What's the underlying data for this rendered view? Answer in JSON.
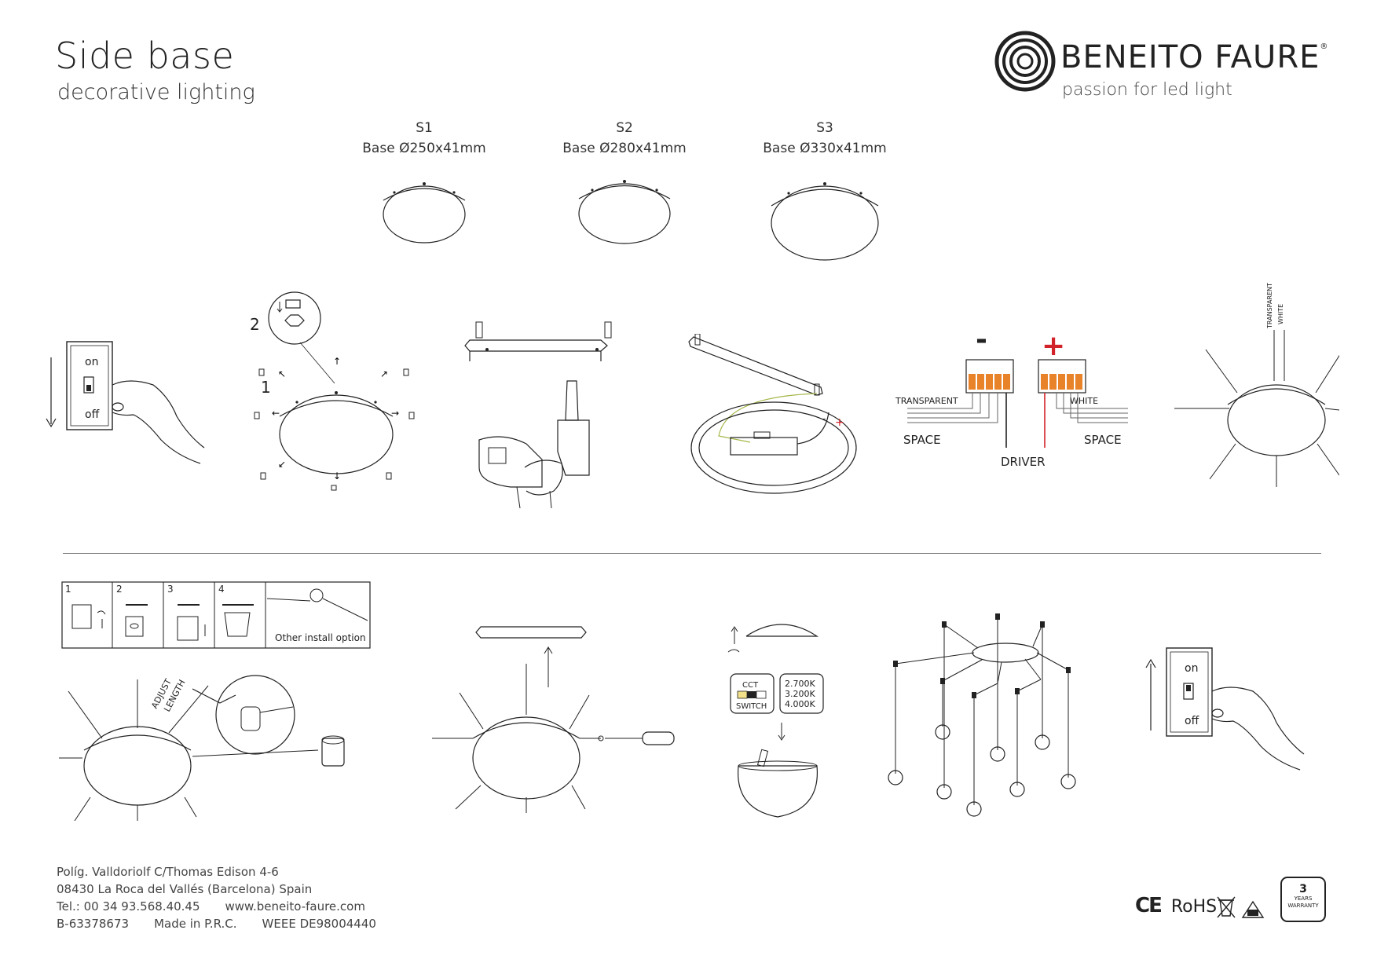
{
  "header": {
    "title": "Side base",
    "subtitle": "decorative lighting",
    "brand": "BENEITO FAURE",
    "registered": "®",
    "tagline": "passion for led light"
  },
  "variants": [
    {
      "code": "S1",
      "size": "Base Ø250x41mm"
    },
    {
      "code": "S2",
      "size": "Base Ø280x41mm"
    },
    {
      "code": "S3",
      "size": "Base Ø330x41mm"
    }
  ],
  "switch": {
    "on": "on",
    "off": "off"
  },
  "step_numbers": {
    "one": "1",
    "two": "2"
  },
  "wiring": {
    "minus": "-",
    "plus": "+",
    "transparent": "TRANSPARENT",
    "white": "WHITE",
    "space_left": "SPACE",
    "space_right": "SPACE",
    "driver": "DRIVER",
    "cable_transparent": "TRANSPARENT",
    "cable_white": "WHITE"
  },
  "install_options": {
    "steps": [
      "1",
      "2",
      "3",
      "4"
    ],
    "other": "Other install option"
  },
  "adjust": {
    "line1": "ADJUST",
    "line2": "LENGTH"
  },
  "cct": {
    "label_top": "CCT",
    "label_bottom": "SWITCH",
    "temps": [
      "2.700K",
      "3.200K",
      "4.000K"
    ]
  },
  "footer": {
    "address1": "Políg. Valldoriolf C/Thomas Edison 4-6",
    "address2": "08430 La Roca del Vallés (Barcelona) Spain",
    "tel": "Tel.: 00 34 93.568.40.45",
    "web": "www.beneito-faure.com",
    "code": "B-63378673",
    "made": "Made in P.R.C.",
    "weee": "WEEE  DE98004440"
  },
  "certs": {
    "ce": "CE",
    "rohs": "RoHS"
  },
  "warranty": {
    "years": "3",
    "line1": "YEARS",
    "line2": "WARRANTY"
  },
  "colors": {
    "line": "#222222",
    "red": "#d2232a",
    "orange": "#e8832a",
    "green": "#a6b84a"
  }
}
